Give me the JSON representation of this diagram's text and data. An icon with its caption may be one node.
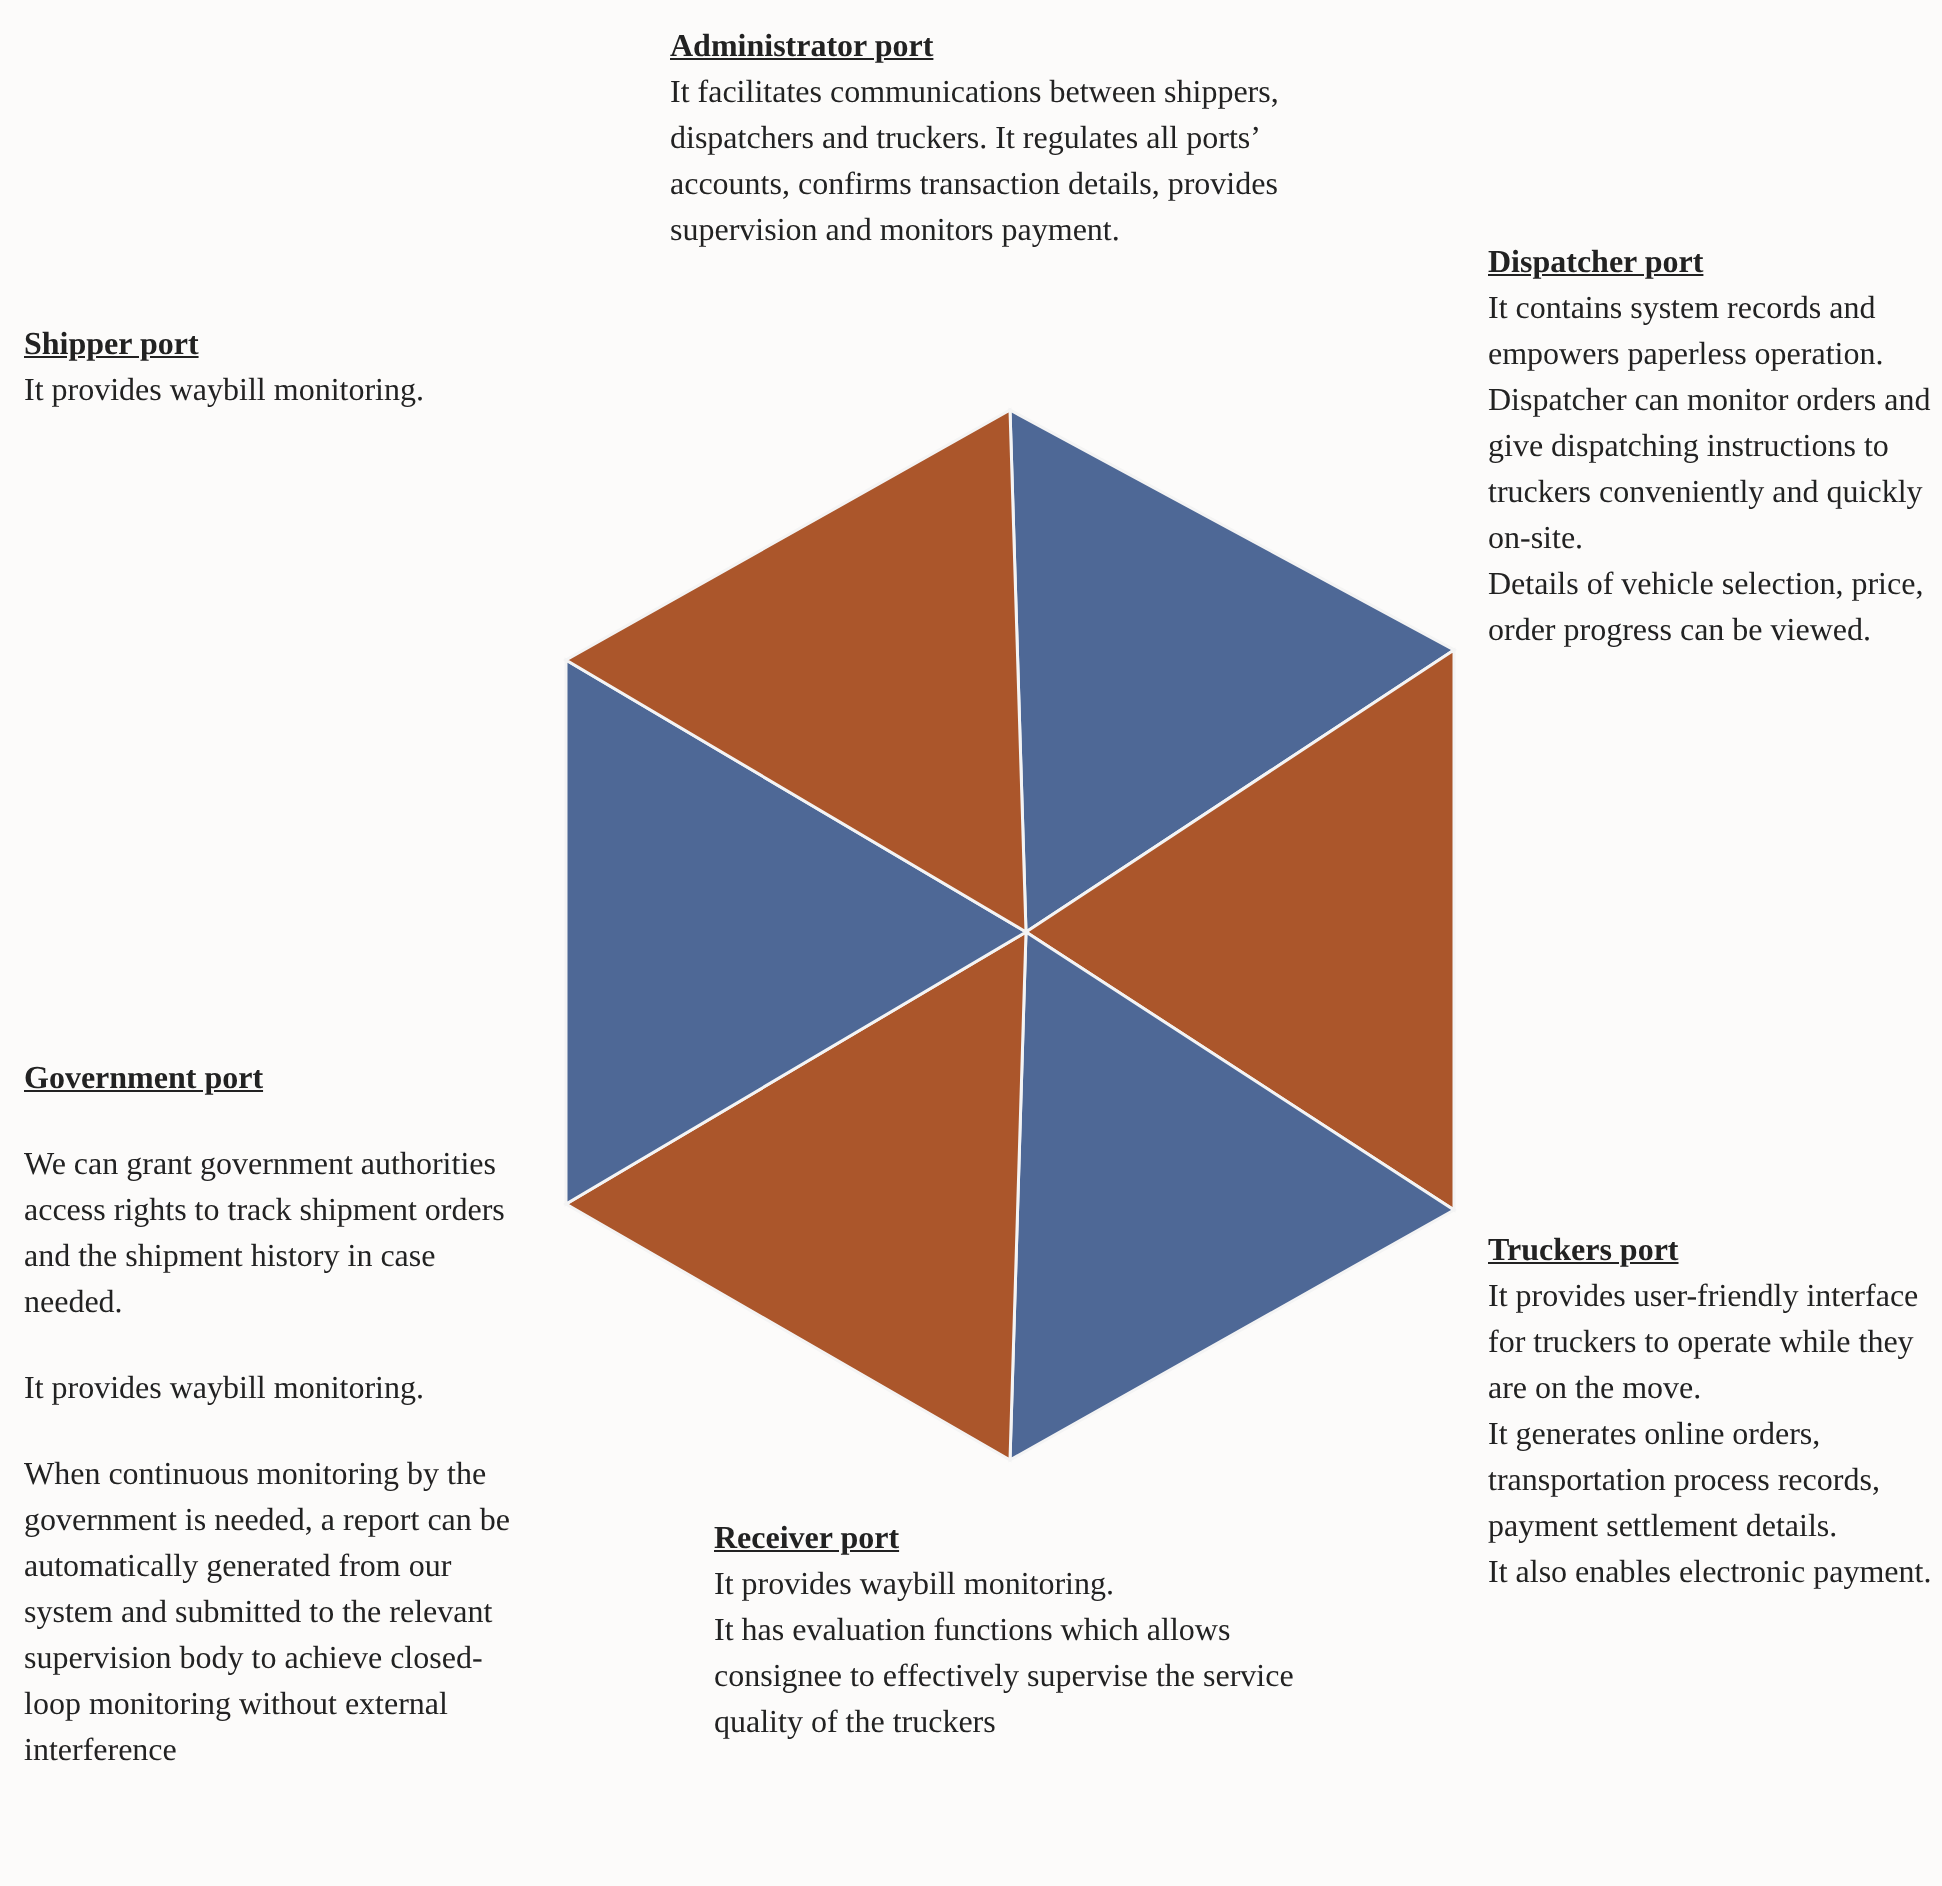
{
  "diagram": {
    "labels": [
      "Administrator port",
      "It facilitates communications between shippers, dispatchers and truckers. It regulates all ports’ accounts, confirms transaction details, provides supervision and monitors payment.",
      "Dispatcher port",
      "It contains system records and empowers paperless operation.",
      "Dispatcher can monitor orders and give dispatching instructions to truckers conveniently and quickly on-site.",
      "Details of vehicle selection, price, order progress can be viewed.",
      "Shipper port",
      "It provides waybill monitoring.",
      "Government port",
      "We can grant government authorities access rights to track shipment orders and the shipment history in case needed.",
      "It provides waybill monitoring.",
      "When continuous monitoring by the government is needed, a report can be automatically generated from our system and submitted to the relevant supervision body to achieve closed-loop monitoring without external interference",
      "Truckers port",
      "It provides user-friendly interface for truckers to operate while they are on the move.",
      "It generates online orders, transportation process records, payment settlement details.",
      "It also enables electronic payment.",
      "Receiver port",
      "It provides waybill monitoring.",
      "It has evaluation functions which allows consignee to effectively supervise the service quality of the truckers"
    ]
  }
}
